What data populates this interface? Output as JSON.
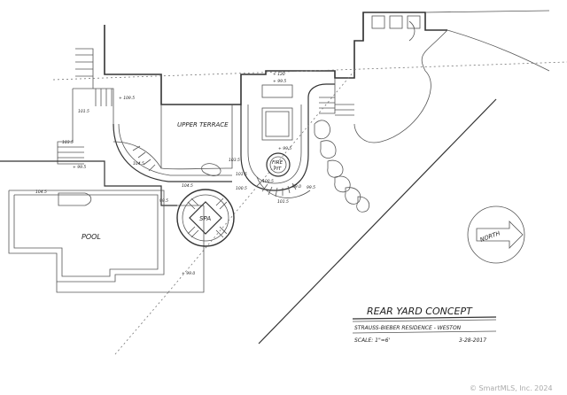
{
  "labels": {
    "upper_terrace": "UPPER TERRACE",
    "pool": "POOL",
    "spa": "SPA",
    "fire_pit_line1": "FIRE",
    "fire_pit_line2": "PIT",
    "north": "NORTH"
  },
  "title_block": {
    "title": "REAR YARD CONCEPT",
    "subtitle": "STRAUSS-BIEBER RESIDENCE - WESTON",
    "scale": "SCALE: 1\"=6'",
    "date": "3-28-2017"
  },
  "elevations": {
    "e1": "+ 109.5",
    "e2": "+ 120",
    "e3": "+ 99.5",
    "e4": "101.5",
    "e5": "103.5",
    "e6": "+ 99.5",
    "e7": "104.5",
    "e8": "104.5",
    "e9": "103.5",
    "e10": "+ 99.5",
    "e11": "101.5",
    "e12": "100.5",
    "e13": "99.0",
    "e14": "100.5",
    "e15": "99.5",
    "e16": "101.5",
    "e17": "99.5",
    "e18": "+ 99.0",
    "e19": "104.5"
  },
  "watermark": "© SmartMLS, Inc. 2024"
}
